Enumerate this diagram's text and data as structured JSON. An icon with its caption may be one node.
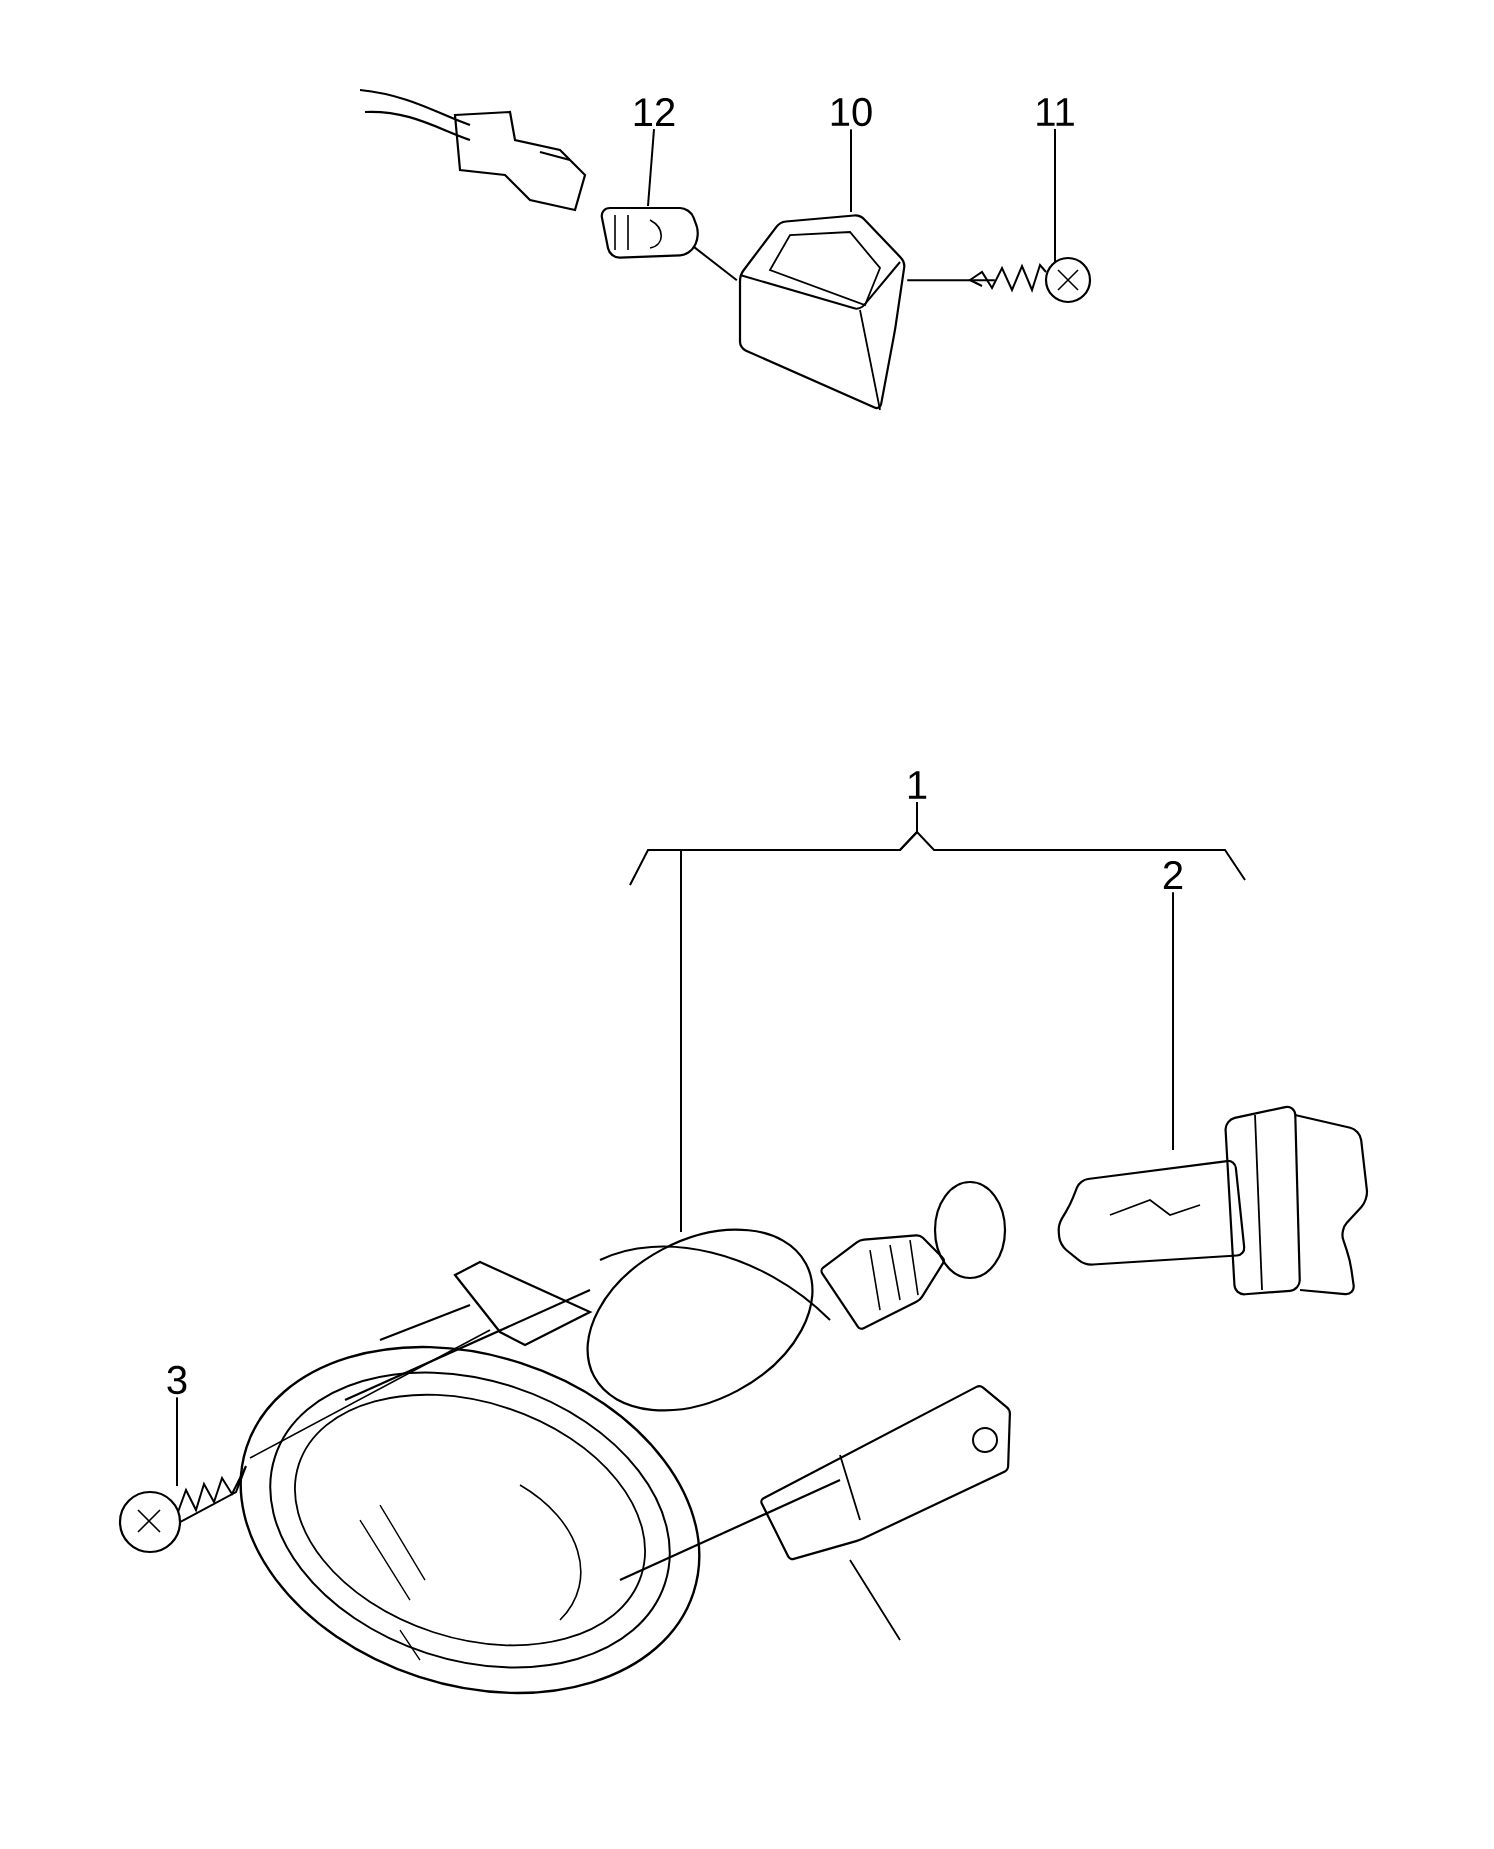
{
  "diagram": {
    "nodes": [
      {
        "text": [
          "12"
        ]
      },
      {
        "text": [
          "10"
        ]
      },
      {
        "text": [
          "11"
        ]
      },
      {
        "text": [
          "1"
        ]
      },
      {
        "text": [
          "2"
        ]
      },
      {
        "text": [
          "3"
        ]
      },
      {
        "text": [],
        "shape": "picture"
      },
      {
        "text": [],
        "shape": "picture"
      },
      {
        "text": [],
        "shape": "picture"
      },
      {
        "text": [],
        "shape": "picture"
      },
      {
        "text": [],
        "shape": "picture"
      },
      {
        "text": [],
        "shape": "picture"
      }
    ],
    "edges": [
      {
        "from": 0,
        "to": 6,
        "arrow": "none"
      },
      {
        "from": 1,
        "to": 7,
        "arrow": "none"
      },
      {
        "from": 2,
        "to": 8,
        "arrow": "none"
      },
      {
        "from": 3,
        "to": 9,
        "arrow": "none"
      },
      {
        "from": 4,
        "to": 10,
        "arrow": "none"
      },
      {
        "from": 5,
        "to": 11,
        "arrow": "none"
      },
      {
        "from": 6,
        "to": 7,
        "arrow": "none"
      },
      {
        "from": 8,
        "to": 7,
        "arrow": "none"
      }
    ]
  }
}
